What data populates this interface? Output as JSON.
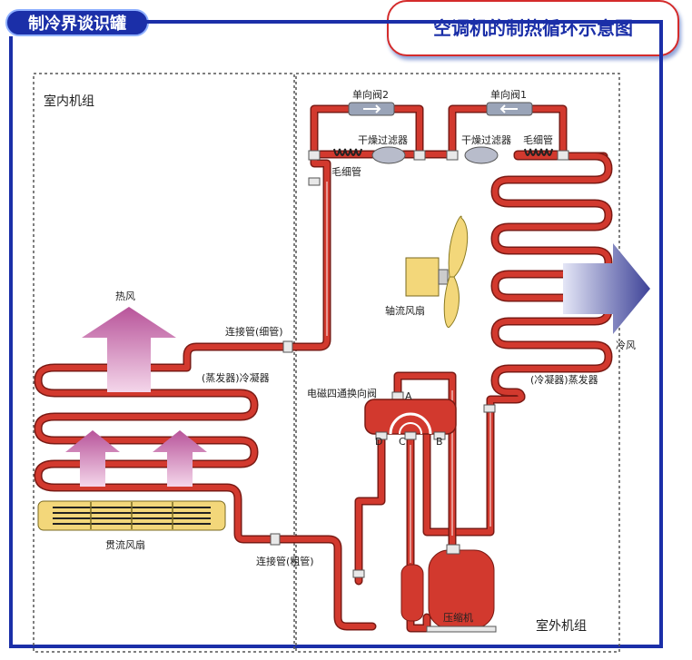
{
  "brand": "制冷界谈识罐",
  "title": "空调机的制热循环示意图",
  "labels": {
    "indoor_unit": "室内机组",
    "outdoor_unit": "室外机组",
    "check_valve_2": "单向阀2",
    "check_valve_1": "单向阀1",
    "dryer_filter_left": "干燥过滤器",
    "dryer_filter_right": "干燥过滤器",
    "capillary_left": "毛细管",
    "capillary_right": "毛细管",
    "axial_fan": "轴流风扇",
    "hot_air": "热风",
    "cold_air": "冷风",
    "connect_thin": "连接管(细管)",
    "connect_thick": "连接管(粗管)",
    "indoor_coil": "(蒸发器)冷凝器",
    "outdoor_coil": "(冷凝器)蒸发器",
    "four_way_valve": "电磁四通换向阀",
    "port_a": "A",
    "port_b": "B",
    "port_c": "C",
    "port_d": "D",
    "cross_fan": "贯流风扇",
    "compressor": "压缩机"
  },
  "colors": {
    "pipe": "#d2392e",
    "pipe_light": "#f0f0f0",
    "frame": "#1b2fa8",
    "hot_arrow": "#c96ab0",
    "cold_arrow": "#4a4ea8",
    "fan": "#f3d77a"
  }
}
